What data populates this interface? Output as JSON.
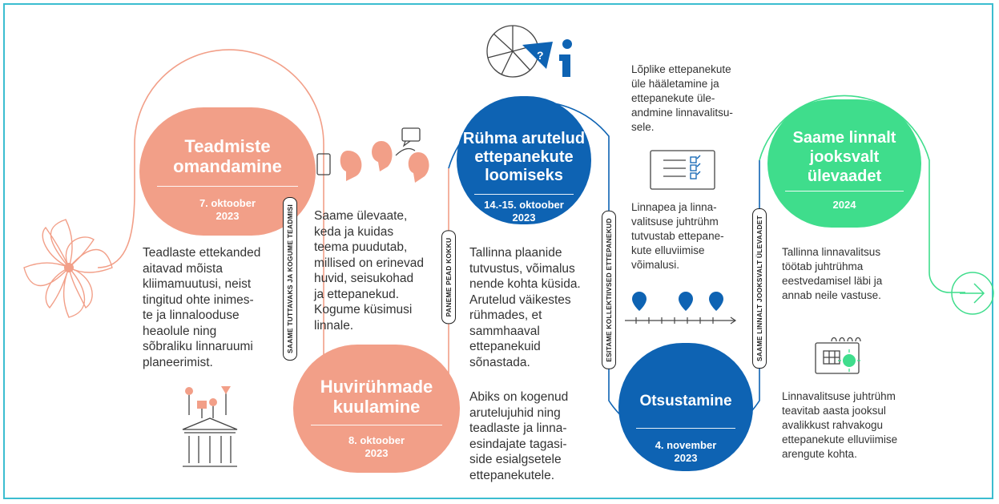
{
  "colors": {
    "salmon": "#f29f88",
    "blue": "#0e63b3",
    "green": "#3fdd8c",
    "border": "#3bbdd0"
  },
  "steps": [
    {
      "title": "Teadmiste\nomandamine",
      "date": "7. oktoober\n2023",
      "color": "salmon"
    },
    {
      "title": "Huvirühmade\nkuulamine",
      "date": "8. oktoober\n2023",
      "color": "salmon"
    },
    {
      "title": "Rühma arutelud\nettepanekute\nloomiseks",
      "date": "14.-15. oktoober\n2023",
      "color": "blue"
    },
    {
      "title": "Otsustamine",
      "date": "4. november\n2023",
      "color": "blue"
    },
    {
      "title": "Saame linnalt\njooksvalt\nülevaadet",
      "date": "2024",
      "color": "green"
    }
  ],
  "phase_labels": [
    "SAAME TUTTAVAKS JA KOGUME TEADMISI",
    "PANEME PEAD KOKKU",
    "ESITAME KOLLEKTIIVSED ETTEPANEKUD",
    "SAAME LINNALT JOOKSVALT ÜLEVAADET"
  ],
  "texts": {
    "scientists": "Teadlaste ettekanded\naitavad mõista\nkliimamuutusi, neist\ntingitud ohte inimes-\nte ja linnalooduse\nheaolule ning\nsõbraliku linnaruumi\nplaneerimist.",
    "stakeholders": "Saame ülevaate,\nkeda ja kuidas\nteema puudutab,\nmillised on erinevad\nhuvid, seisukohad\nja ettepanekud.\nKogume küsimusi\nlinnale.",
    "group_1": "Tallinna plaanide\ntutvustus, võimalus\nnende kohta küsida.\nArutelud väikestes\nrühmades, et\nsammhaaval\nettepanekuid\nsõnastada.",
    "group_2": "Abiks on kogenud\narutelujuhid ning\nteadlaste ja linna-\nesindajate tagasi-\nside esialgsetele\nettepanekutele.",
    "final_vote": "Lõplike ettepanekute\nüle hääletamine ja\nettepanekute üle-\nandmine linnavalitsu-\nsele.",
    "mayor": "Linnapea ja linna-\nvalitsuse juhtrühm\ntutvustab ettepane-\nkute elluviimise\nvõimalusi.",
    "city_leads": "Tallinna linnavalitsus\ntöötab juhtrühma\neestvedamisel läbi ja\nannab neile vastuse.",
    "city_informs": "Linnavalitsuse juhtrühm\nteavitab aasta jooksul\navalikkust rahvakogu\nettepanekute elluviimise\narengute kohta."
  },
  "icons": {
    "pinwheel": "pinwheel-icon",
    "people": "people-talking-icon",
    "building": "government-building-icon",
    "pie": "pie-chart-icon",
    "question": "question-shield-icon",
    "info": "info-icon",
    "document": "checklist-document-icon",
    "timeline": "timeline-pins-icon",
    "calendar": "calendar-icon",
    "arrow": "arrow-right-icon"
  }
}
